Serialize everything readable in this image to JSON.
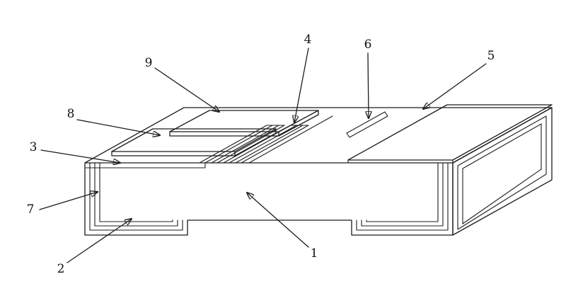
{
  "figure": {
    "type": "patent-line-drawing",
    "subject": "layered-chip-component-perspective-view",
    "background": "#ffffff",
    "line_color": "#1c1c1c",
    "labels": [
      {
        "id": "1",
        "text": "1"
      },
      {
        "id": "2",
        "text": "2"
      },
      {
        "id": "3",
        "text": "3"
      },
      {
        "id": "4",
        "text": "4"
      },
      {
        "id": "5",
        "text": "5"
      },
      {
        "id": "6",
        "text": "6"
      },
      {
        "id": "7",
        "text": "7"
      },
      {
        "id": "8",
        "text": "8"
      },
      {
        "id": "9",
        "text": "9"
      }
    ]
  }
}
